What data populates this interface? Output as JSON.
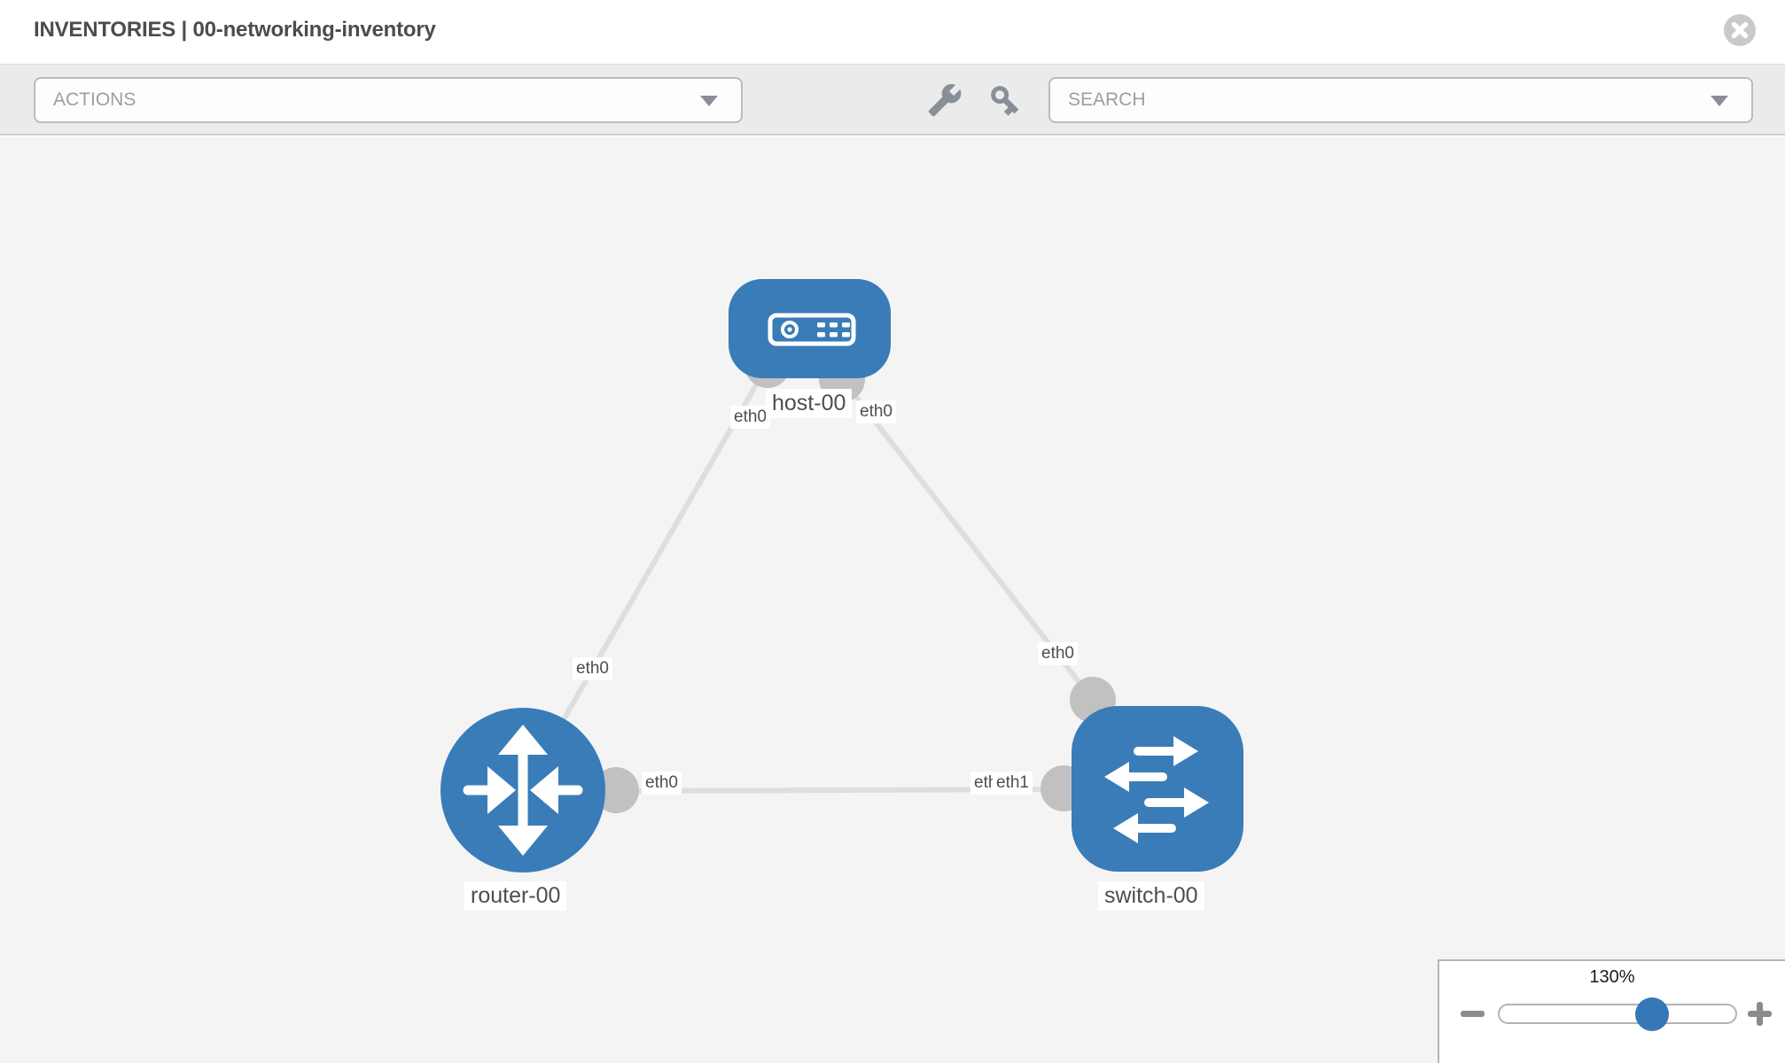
{
  "header": {
    "title": "INVENTORIES | 00-networking-inventory"
  },
  "toolbar": {
    "actions_label": "ACTIONS",
    "search_label": "SEARCH",
    "icons": [
      "wrench-icon",
      "key-icon"
    ]
  },
  "topology": {
    "nodes": [
      {
        "label": "host-00",
        "type": "host"
      },
      {
        "label": "router-00",
        "type": "router"
      },
      {
        "label": "switch-00",
        "type": "switch"
      }
    ],
    "links": [
      {
        "from": "host-00",
        "to": "router-00",
        "from_if": "eth0",
        "to_if": "eth0"
      },
      {
        "from": "host-00",
        "to": "switch-00",
        "from_if": "eth0",
        "to_if": "eth0"
      },
      {
        "from": "router-00",
        "to": "switch-00",
        "from_if": "eth0",
        "to_if": "eth1",
        "overlap_behind_if": "eth0"
      }
    ]
  },
  "zoom_control": {
    "level": "130%"
  },
  "colors": {
    "node_blue": "#3a7cb8",
    "link_gray": "#dedede",
    "endpoint_gray": "#c1c1c1",
    "toolbar_gray": "#ebebeb",
    "canvas_gray": "#f4f4f5"
  }
}
